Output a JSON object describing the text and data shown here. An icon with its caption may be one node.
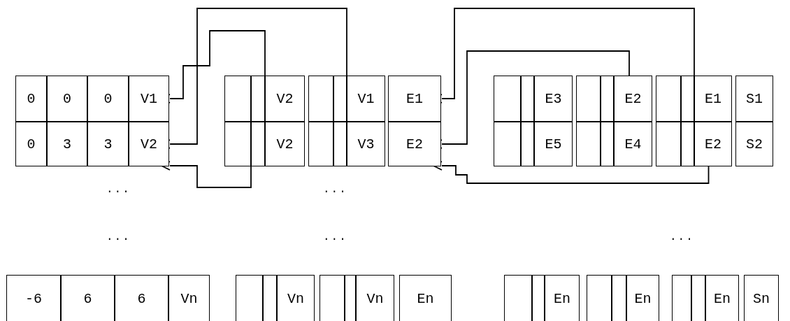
{
  "diagram": {
    "nodes": [
      {
        "text": [
          "0"
        ]
      },
      {
        "text": [
          "0"
        ]
      },
      {
        "text": [
          "0"
        ]
      },
      {
        "text": [
          "V1"
        ]
      },
      {
        "text": [],
        "shape": "box"
      },
      {
        "text": [],
        "shape": "box"
      },
      {
        "text": [
          "V2"
        ]
      },
      {
        "text": [],
        "shape": "box"
      },
      {
        "text": [],
        "shape": "box"
      },
      {
        "text": [
          "V1"
        ]
      },
      {
        "text": [
          "E1"
        ]
      },
      {
        "text": [],
        "shape": "box"
      },
      {
        "text": [],
        "shape": "box"
      },
      {
        "text": [
          "E3"
        ]
      },
      {
        "text": [],
        "shape": "box"
      },
      {
        "text": [],
        "shape": "box"
      },
      {
        "text": [
          "E2"
        ]
      },
      {
        "text": [],
        "shape": "box"
      },
      {
        "text": [],
        "shape": "box"
      },
      {
        "text": [
          "E1"
        ]
      },
      {
        "text": [
          "S1"
        ]
      },
      {
        "text": [
          "0"
        ]
      },
      {
        "text": [
          "3"
        ]
      },
      {
        "text": [
          "3"
        ]
      },
      {
        "text": [
          "V2"
        ]
      },
      {
        "text": [],
        "shape": "box"
      },
      {
        "text": [],
        "shape": "box"
      },
      {
        "text": [
          "V2"
        ]
      },
      {
        "text": [],
        "shape": "box"
      },
      {
        "text": [],
        "shape": "box"
      },
      {
        "text": [
          "V3"
        ]
      },
      {
        "text": [
          "E2"
        ]
      },
      {
        "text": [],
        "shape": "box"
      },
      {
        "text": [],
        "shape": "box"
      },
      {
        "text": [
          "E5"
        ]
      },
      {
        "text": [],
        "shape": "box"
      },
      {
        "text": [],
        "shape": "box"
      },
      {
        "text": [
          "E4"
        ]
      },
      {
        "text": [],
        "shape": "box"
      },
      {
        "text": [],
        "shape": "box"
      },
      {
        "text": [
          "E2"
        ]
      },
      {
        "text": [
          "S2"
        ]
      },
      {
        "text": [
          "-6"
        ]
      },
      {
        "text": [
          "6"
        ]
      },
      {
        "text": [
          "6"
        ]
      },
      {
        "text": [
          "Vn"
        ]
      },
      {
        "text": [],
        "shape": "box"
      },
      {
        "text": [],
        "shape": "box"
      },
      {
        "text": [
          "Vn"
        ]
      },
      {
        "text": [],
        "shape": "box"
      },
      {
        "text": [],
        "shape": "box"
      },
      {
        "text": [
          "Vn"
        ]
      },
      {
        "text": [
          "En"
        ]
      },
      {
        "text": [],
        "shape": "box"
      },
      {
        "text": [],
        "shape": "box"
      },
      {
        "text": [
          "En"
        ]
      },
      {
        "text": [],
        "shape": "box"
      },
      {
        "text": [],
        "shape": "box"
      },
      {
        "text": [
          "En"
        ]
      },
      {
        "text": [],
        "shape": "box"
      },
      {
        "text": [],
        "shape": "box"
      },
      {
        "text": [
          "En"
        ]
      },
      {
        "text": [
          "Sn"
        ]
      }
    ],
    "edges": [
      {
        "from": 5,
        "to": 3,
        "arrow": "to"
      },
      {
        "from": 8,
        "to": 24,
        "arrow": "to"
      },
      {
        "from": 26,
        "to": 24,
        "arrow": "to"
      },
      {
        "from": 18,
        "to": 10,
        "arrow": "to"
      },
      {
        "from": 16,
        "to": 31,
        "arrow": "to"
      },
      {
        "from": 40,
        "to": 31,
        "arrow": "to"
      }
    ],
    "labels": [
      "...",
      "...",
      "...",
      "...",
      "..."
    ]
  }
}
